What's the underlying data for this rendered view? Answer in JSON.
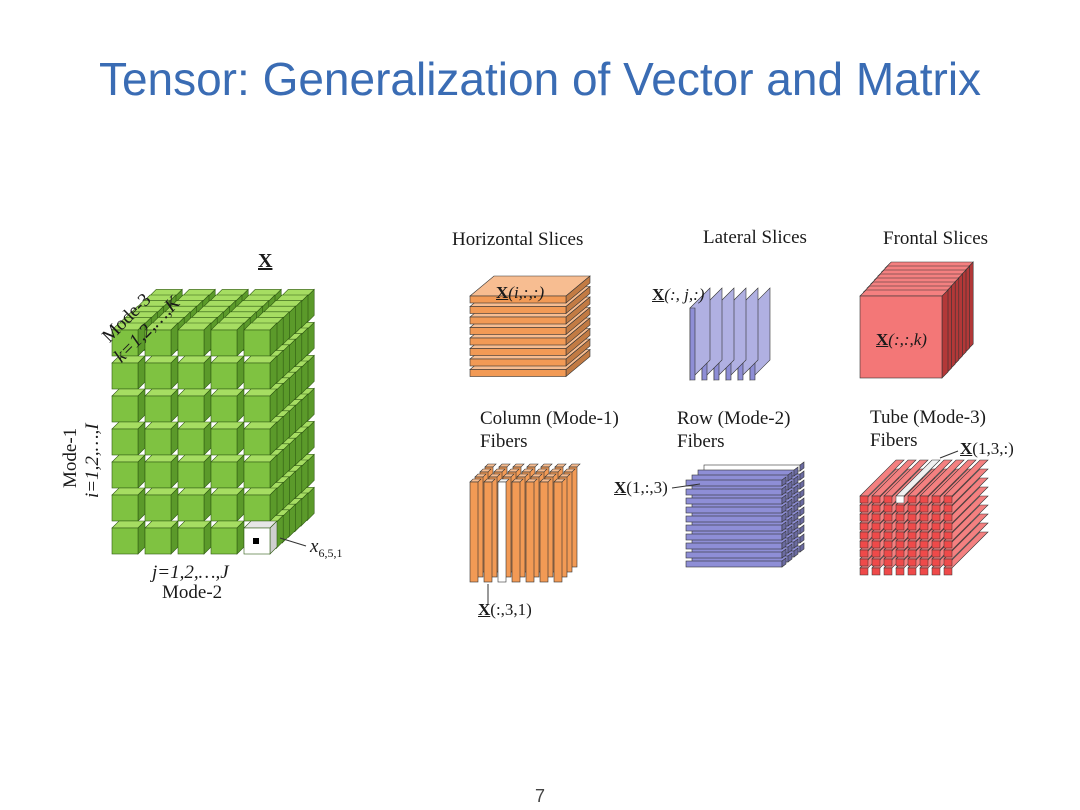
{
  "slide": {
    "title": "Tensor: Generalization of Vector and Matrix",
    "page_number": "7"
  },
  "cube": {
    "tensor_label": "X",
    "mode3": "Mode-3",
    "mode3_range": "k=1,2,…,K",
    "mode1": "Mode-1",
    "mode1_range": "i=1,2,…,I",
    "mode2_range": "j=1,2,…,J",
    "mode2": "Mode-2",
    "element_label": "x",
    "element_subscript": "6,5,1",
    "colors": {
      "face": "#7fc241",
      "top": "#a6dd62",
      "side": "#5b9a2a",
      "edge": "#2f5a12",
      "highlight": "#ffffff"
    }
  },
  "slices": {
    "horizontal": {
      "title": "Horizontal Slices",
      "tensor": "X",
      "index": "(i,:,:)",
      "color": "#f29a55"
    },
    "lateral": {
      "title": "Lateral Slices",
      "tensor": "X",
      "index": "(:, j,:)",
      "color": "#8e8ed6"
    },
    "frontal": {
      "title": "Frontal Slices",
      "tensor": "X",
      "index": "(:,:,k)",
      "color": "#ef4a4a"
    }
  },
  "fibers": {
    "column": {
      "title_line1": "Column (Mode-1)",
      "title_line2": "Fibers",
      "tensor": "X",
      "index": "(:,3,1)",
      "color": "#f29a55"
    },
    "row": {
      "title_line1": "Row (Mode-2)",
      "title_line2": "Fibers",
      "tensor": "X",
      "index": "(1,:,3)",
      "color": "#8e8ed6"
    },
    "tube": {
      "title_line1": "Tube (Mode-3)",
      "title_line2": "Fibers",
      "tensor": "X",
      "index": "(1,3,:)",
      "color": "#ef4a4a"
    }
  }
}
